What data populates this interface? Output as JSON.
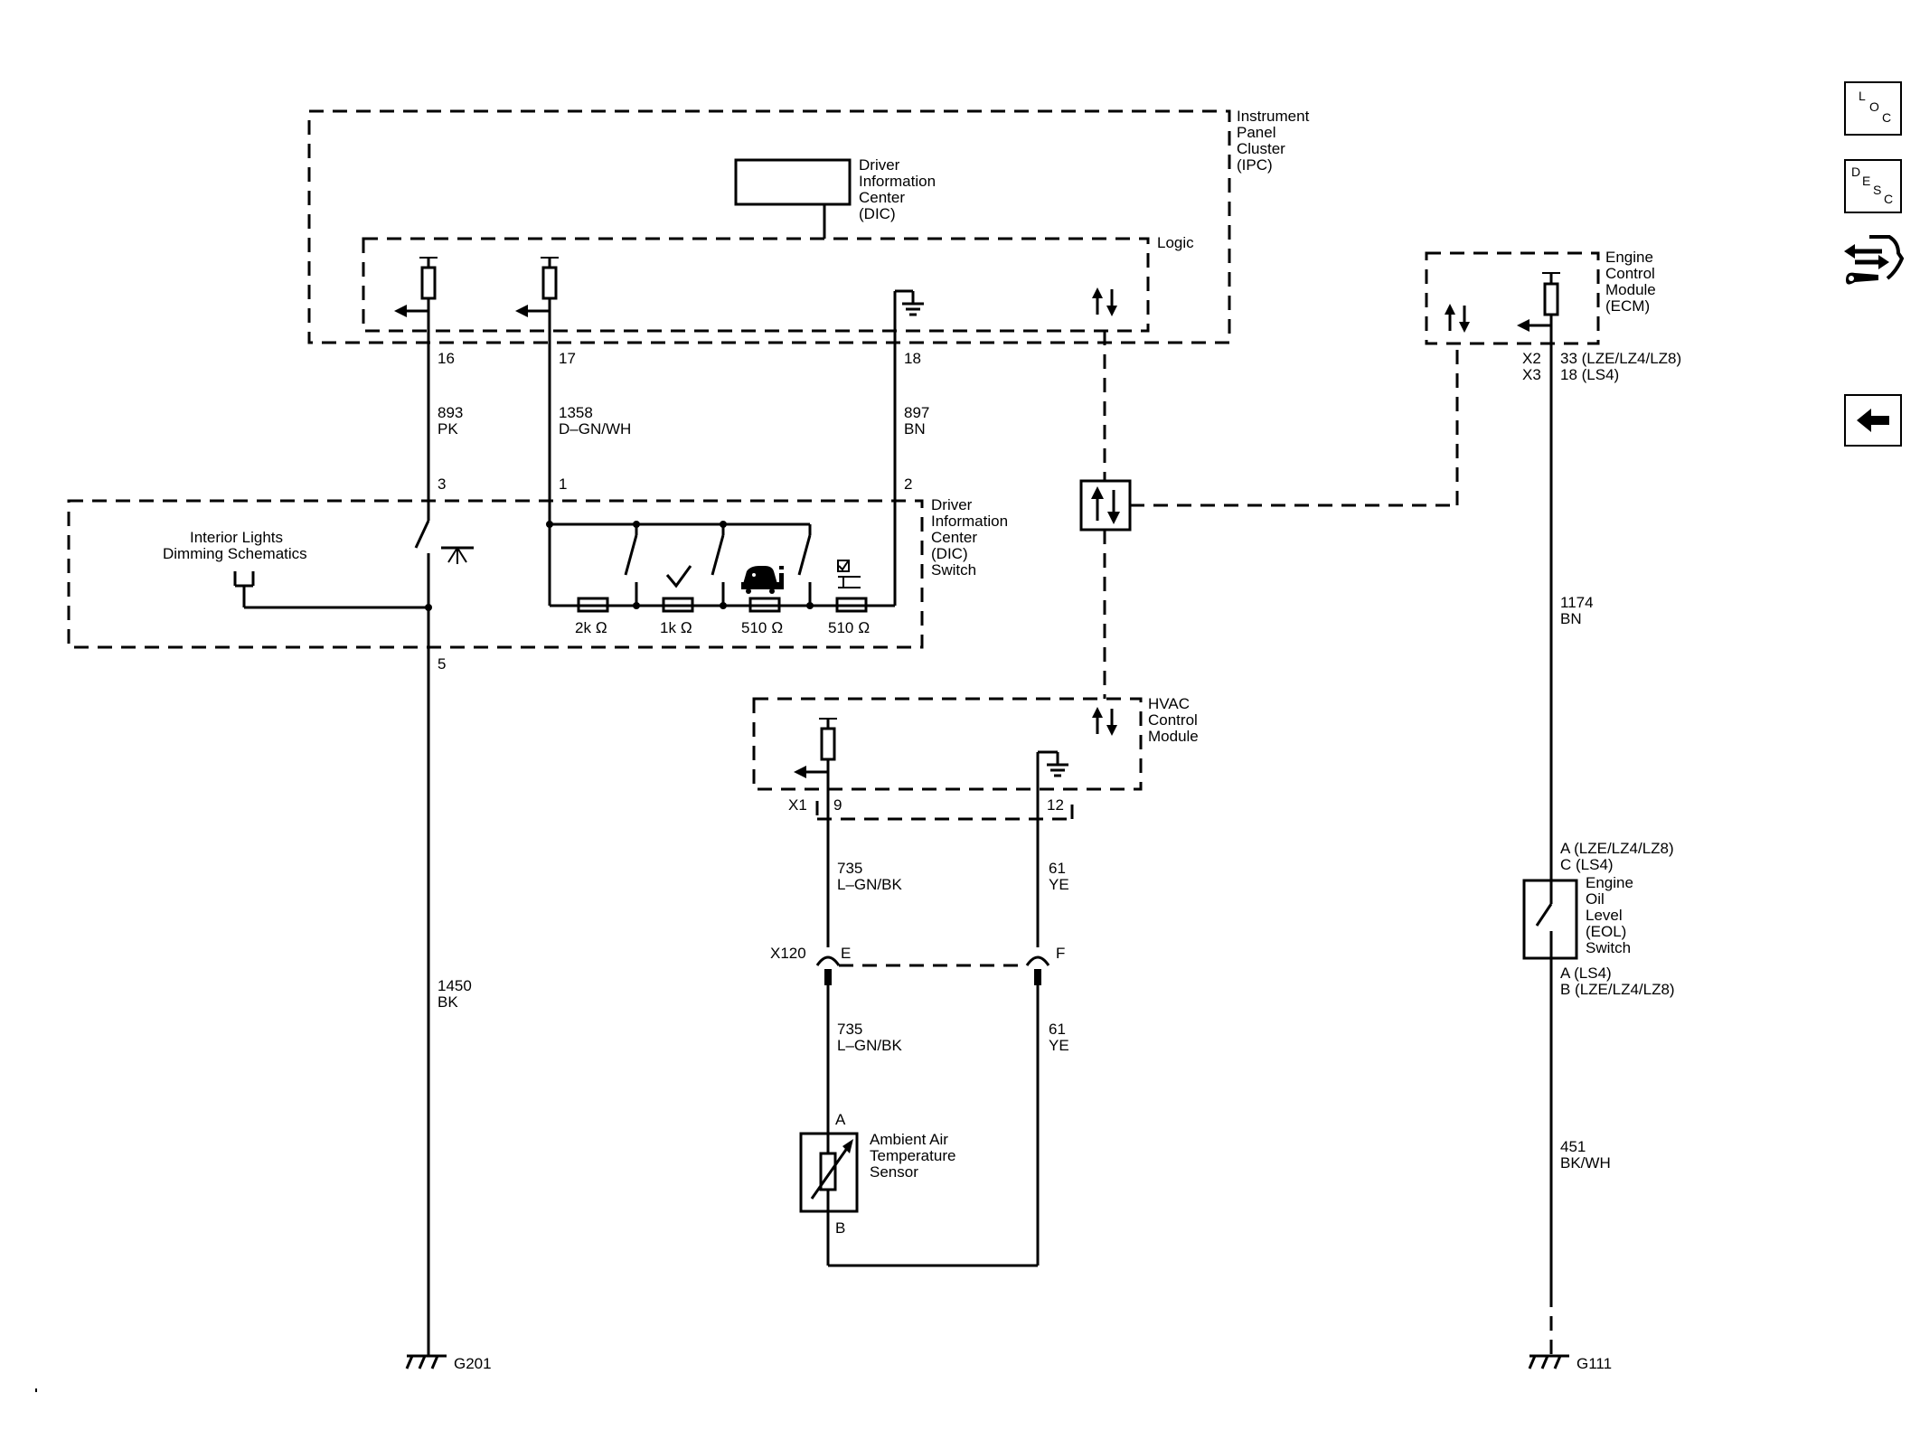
{
  "modules": {
    "ipc": {
      "l1": "Instrument",
      "l2": "Panel",
      "l3": "Cluster",
      "l4": "(IPC)"
    },
    "dic": {
      "l1": "Driver",
      "l2": "Information",
      "l3": "Center",
      "l4": "(DIC)"
    },
    "logic": "Logic",
    "ecm": {
      "l1": "Engine",
      "l2": "Control",
      "l3": "Module",
      "l4": "(ECM)"
    },
    "dic_switch": {
      "l1": "Driver",
      "l2": "Information",
      "l3": "Center",
      "l4": "(DIC)",
      "l5": "Switch"
    },
    "interior": {
      "l1": "Interior Lights",
      "l2": "Dimming Schematics"
    },
    "hvac": {
      "l1": "HVAC",
      "l2": "Control",
      "l3": "Module"
    },
    "ambient": {
      "l1": "Ambient Air",
      "l2": "Temperature",
      "l3": "Sensor"
    },
    "eol": {
      "l1": "Engine",
      "l2": "Oil",
      "l3": "Level",
      "l4": "(EOL)",
      "l5": "Switch"
    }
  },
  "pins": {
    "ipc_16": "16",
    "ipc_17": "17",
    "ipc_18": "18",
    "sw_3": "3",
    "sw_1": "1",
    "sw_2": "2",
    "sw_5": "5",
    "hvac_conn": "X1",
    "hvac_9": "9",
    "hvac_12": "12",
    "ecm_x2": "X2",
    "ecm_x3": "X3",
    "ecm_pin_a": "33 (LZE/LZ4/LZ8)",
    "ecm_pin_b": "18 (LS4)",
    "x120": "X120",
    "x120_e": "E",
    "x120_f": "F",
    "sensor_a": "A",
    "sensor_b": "B",
    "eol_top_1": "A (LZE/LZ4/LZ8)",
    "eol_top_2": "C (LS4)",
    "eol_bot_1": "A (LS4)",
    "eol_bot_2": "B (LZE/LZ4/LZ8)"
  },
  "wires": {
    "w893": {
      "circuit": "893",
      "color": "PK"
    },
    "w1358": {
      "circuit": "1358",
      "color": "D–GN/WH"
    },
    "w897": {
      "circuit": "897",
      "color": "BN"
    },
    "w1450": {
      "circuit": "1450",
      "color": "BK"
    },
    "w735a": {
      "circuit": "735",
      "color": "L–GN/BK"
    },
    "w61a": {
      "circuit": "61",
      "color": "YE"
    },
    "w735b": {
      "circuit": "735",
      "color": "L–GN/BK"
    },
    "w61b": {
      "circuit": "61",
      "color": "YE"
    },
    "w1174": {
      "circuit": "1174",
      "color": "BN"
    },
    "w451": {
      "circuit": "451",
      "color": "BK/WH"
    }
  },
  "resistors": [
    "2k Ω",
    "1k Ω",
    "510 Ω",
    "510 Ω"
  ],
  "grounds": {
    "g201": "G201",
    "g111": "G111"
  },
  "nav": {
    "loc": {
      "a": "L",
      "b": "O",
      "c": "C"
    },
    "desc": {
      "a": "D",
      "b": "E",
      "c": "S",
      "d": "C"
    },
    "connector_icon": "connector-wrench-icon",
    "back_icon": "back-arrow-icon"
  }
}
